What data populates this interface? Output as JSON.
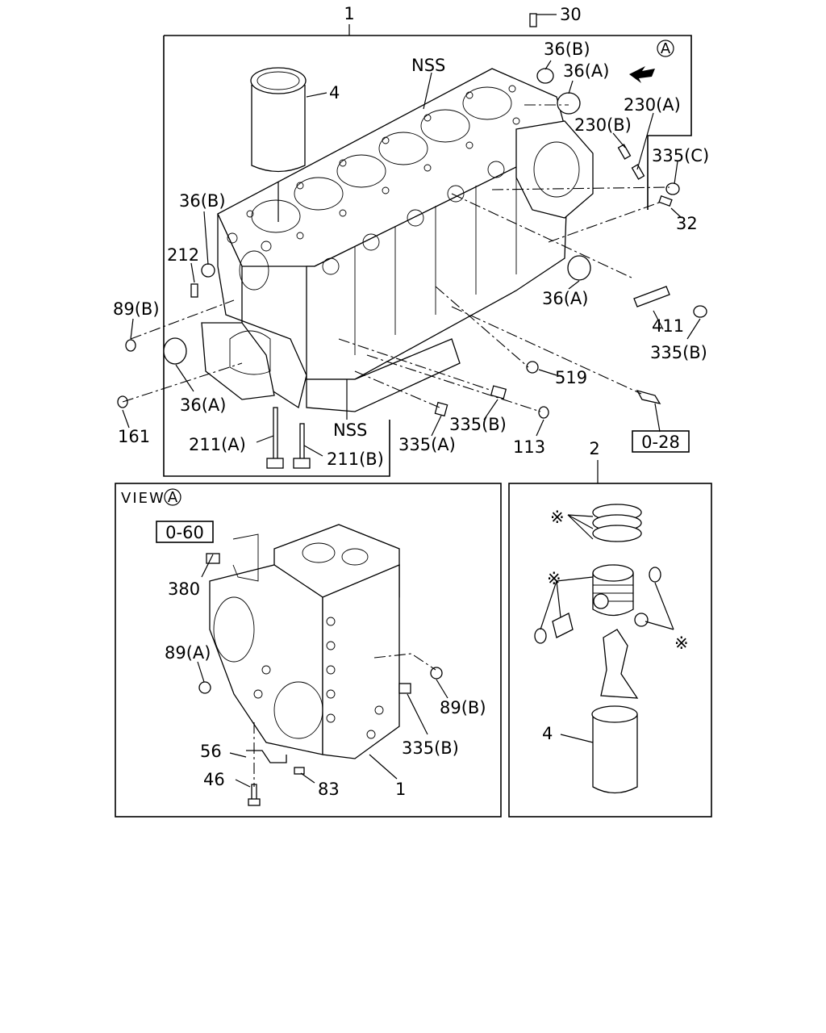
{
  "view_title": "VIEW",
  "view_marker": "A",
  "top_marker": "A",
  "group_numbers": {
    "block": "1",
    "piston_group": "2"
  },
  "labels_top": [
    "30",
    "36(B)",
    "36(A)",
    "NSS",
    "4",
    "230(A)",
    "230(B)",
    "335(C)",
    "32",
    "36(B)",
    "212",
    "89(B)",
    "36(A)",
    "36(A)",
    "411",
    "335(B)",
    "519",
    "161",
    "NSS",
    "335(B)",
    "335(A)",
    "113",
    "211(A)",
    "211(B)"
  ],
  "ref_boxes": [
    "0-28",
    "0-60"
  ],
  "labels_view": [
    "380",
    "89(A)",
    "89(B)",
    "335(B)",
    "56",
    "46",
    "83",
    "1"
  ],
  "labels_piston": [
    "※",
    "※",
    "※",
    "4"
  ]
}
